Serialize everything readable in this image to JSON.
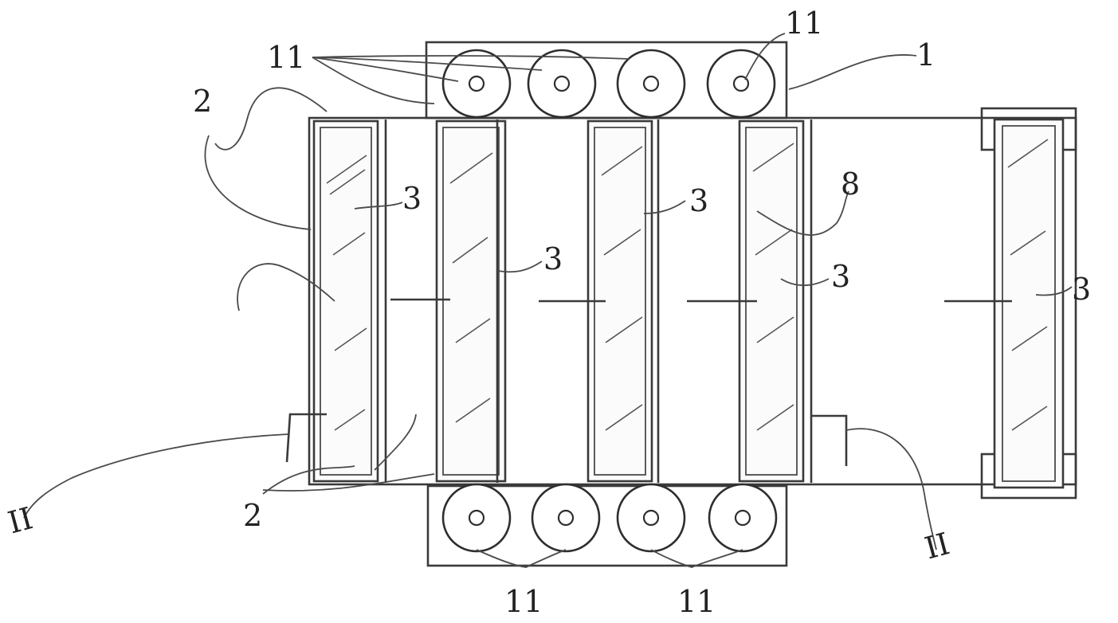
{
  "labels": {
    "frame": "1",
    "seal": "2",
    "panel": "3",
    "roller": "11",
    "section": "II",
    "chamber": "8"
  },
  "colors": {
    "line": "#3a3a3a",
    "background": "#ffffff"
  }
}
